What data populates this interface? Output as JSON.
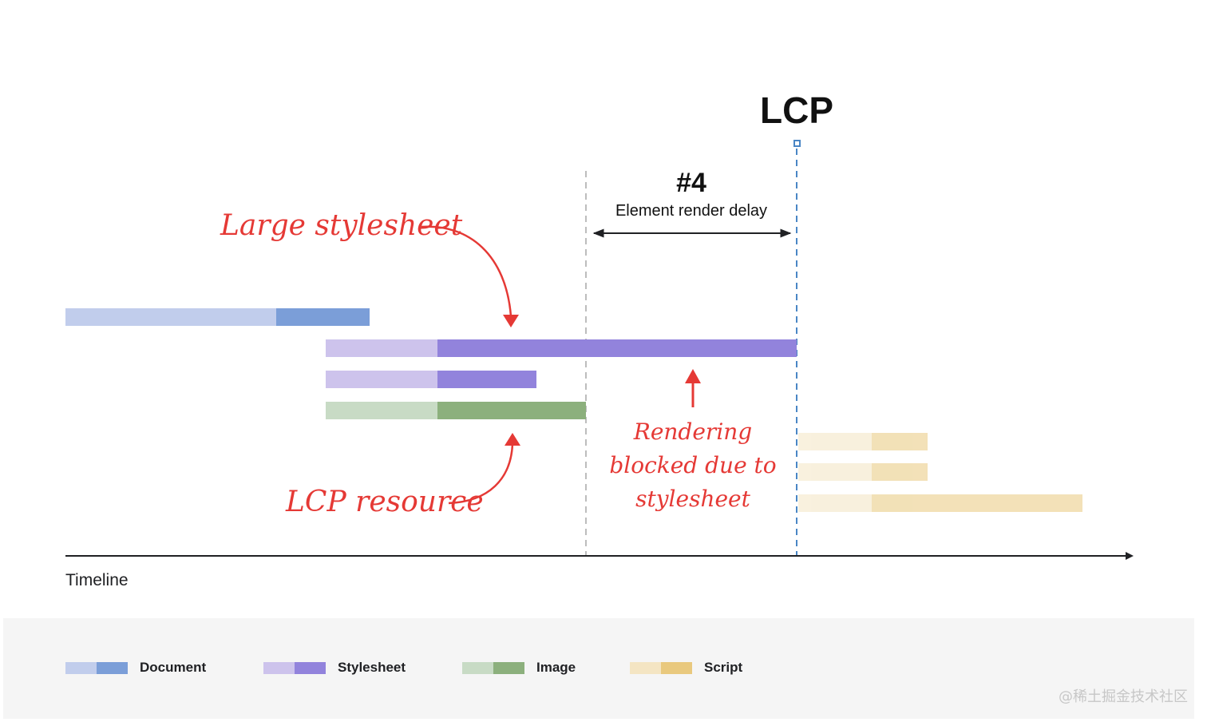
{
  "lcp_label": "LCP",
  "phase": {
    "number": "#4",
    "name": "Element render delay"
  },
  "annotations": {
    "large_stylesheet": "Large stylesheet",
    "lcp_resource": "LCP resource",
    "rendering_blocked": [
      "Rendering",
      "blocked due to",
      "stylesheet"
    ]
  },
  "timeline_label": "Timeline",
  "legend": [
    {
      "label": "Document",
      "light": "#c1cdec",
      "dark": "#7b9ed8"
    },
    {
      "label": "Stylesheet",
      "light": "#cdc3ec",
      "dark": "#9283dc"
    },
    {
      "label": "Image",
      "light": "#c8dbc5",
      "dark": "#8cb07d"
    },
    {
      "label": "Script",
      "light": "#f4e5c3",
      "dark": "#e9c97e"
    }
  ],
  "colors": {
    "annotation": "#e53935",
    "lcp_line": "#4a86c5",
    "guide_line": "#bdbdbd",
    "axis": "#202124"
  },
  "watermark": "@稀土掘金技术社区"
}
